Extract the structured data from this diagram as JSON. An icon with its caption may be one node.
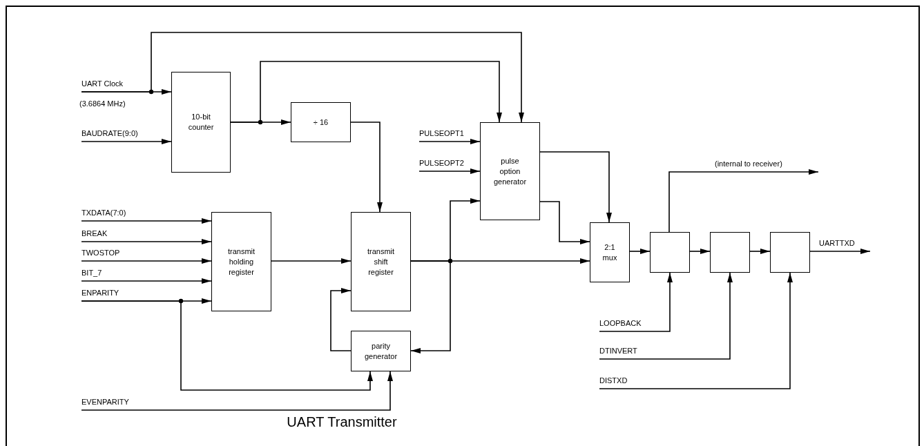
{
  "diagram": {
    "caption": "UART Transmitter",
    "nodes": [
      {
        "text": [
          "UART Clock"
        ],
        "beside": [
          "(3.6864 MHz)"
        ]
      },
      {
        "text": [
          "BAUDRATE(9:0)"
        ]
      },
      {
        "text": [
          "10-bit counter"
        ]
      },
      {
        "text": [
          "÷ 16"
        ]
      },
      {
        "text": [
          "PULSEOPT1"
        ]
      },
      {
        "text": [
          "PULSEOPT2"
        ]
      },
      {
        "text": [
          "pulse option generator"
        ]
      },
      {
        "text": [
          "TXDATA(7:0)"
        ]
      },
      {
        "text": [
          "BREAK"
        ]
      },
      {
        "text": [
          "TWOSTOP"
        ]
      },
      {
        "text": [
          "BIT_7"
        ]
      },
      {
        "text": [
          "ENPARITY"
        ]
      },
      {
        "text": [
          "transmit holding register"
        ]
      },
      {
        "text": [
          "transmit shift register"
        ]
      },
      {
        "text": [
          "parity generator"
        ]
      },
      {
        "text": [
          "EVENPARITY"
        ]
      },
      {
        "text": [
          "2:1 mux"
        ]
      },
      {
        "text": [],
        "shape": "box"
      },
      {
        "text": [],
        "shape": "box"
      },
      {
        "text": [],
        "shape": "box"
      },
      {
        "text": [
          "LOOPBACK"
        ]
      },
      {
        "text": [
          "DTINVERT"
        ]
      },
      {
        "text": [
          "DISTXD"
        ]
      },
      {
        "text": [
          "(internal to receiver)"
        ]
      },
      {
        "text": [
          "UARTTXD"
        ]
      }
    ],
    "edges": [
      {
        "from": 0,
        "to": 2,
        "arrow": "to"
      },
      {
        "from": 0,
        "to": 6,
        "arrow": "to"
      },
      {
        "from": 1,
        "to": 2,
        "arrow": "to"
      },
      {
        "from": 2,
        "to": 3,
        "arrow": "to"
      },
      {
        "from": 2,
        "to": 6,
        "arrow": "to"
      },
      {
        "from": 3,
        "to": 13,
        "arrow": "to"
      },
      {
        "from": 4,
        "to": 6,
        "arrow": "to"
      },
      {
        "from": 5,
        "to": 6,
        "arrow": "to"
      },
      {
        "from": 7,
        "to": 12,
        "arrow": "to"
      },
      {
        "from": 8,
        "to": 12,
        "arrow": "to"
      },
      {
        "from": 9,
        "to": 12,
        "arrow": "to"
      },
      {
        "from": 10,
        "to": 12,
        "arrow": "to"
      },
      {
        "from": 11,
        "to": 12,
        "arrow": "to"
      },
      {
        "from": 11,
        "to": 14,
        "arrow": "to"
      },
      {
        "from": 12,
        "to": 13,
        "arrow": "to"
      },
      {
        "from": 13,
        "to": 16,
        "arrow": "to"
      },
      {
        "from": 13,
        "to": 6,
        "arrow": "to"
      },
      {
        "from": 13,
        "to": 14,
        "arrow": "to"
      },
      {
        "from": 14,
        "to": 13,
        "arrow": "to"
      },
      {
        "from": 15,
        "to": 14,
        "arrow": "to"
      },
      {
        "from": 6,
        "to": 16,
        "arrow": "to"
      },
      {
        "from": 6,
        "to": 16,
        "arrow": "to"
      },
      {
        "from": 16,
        "to": 17,
        "arrow": "to"
      },
      {
        "from": 17,
        "to": 18,
        "arrow": "to"
      },
      {
        "from": 18,
        "to": 19,
        "arrow": "to"
      },
      {
        "from": 19,
        "to": 24,
        "arrow": "to"
      },
      {
        "from": 17,
        "to": 23,
        "arrow": "to"
      },
      {
        "from": 20,
        "to": 17,
        "arrow": "to"
      },
      {
        "from": 21,
        "to": 18,
        "arrow": "to"
      },
      {
        "from": 22,
        "to": 19,
        "arrow": "to"
      }
    ]
  }
}
